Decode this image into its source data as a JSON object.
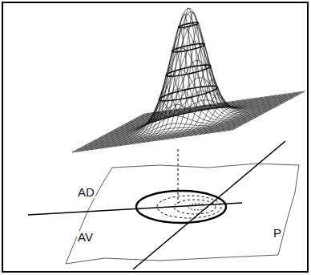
{
  "diagram": {
    "labels": [
      "AD",
      "AV",
      "P"
    ]
  }
}
